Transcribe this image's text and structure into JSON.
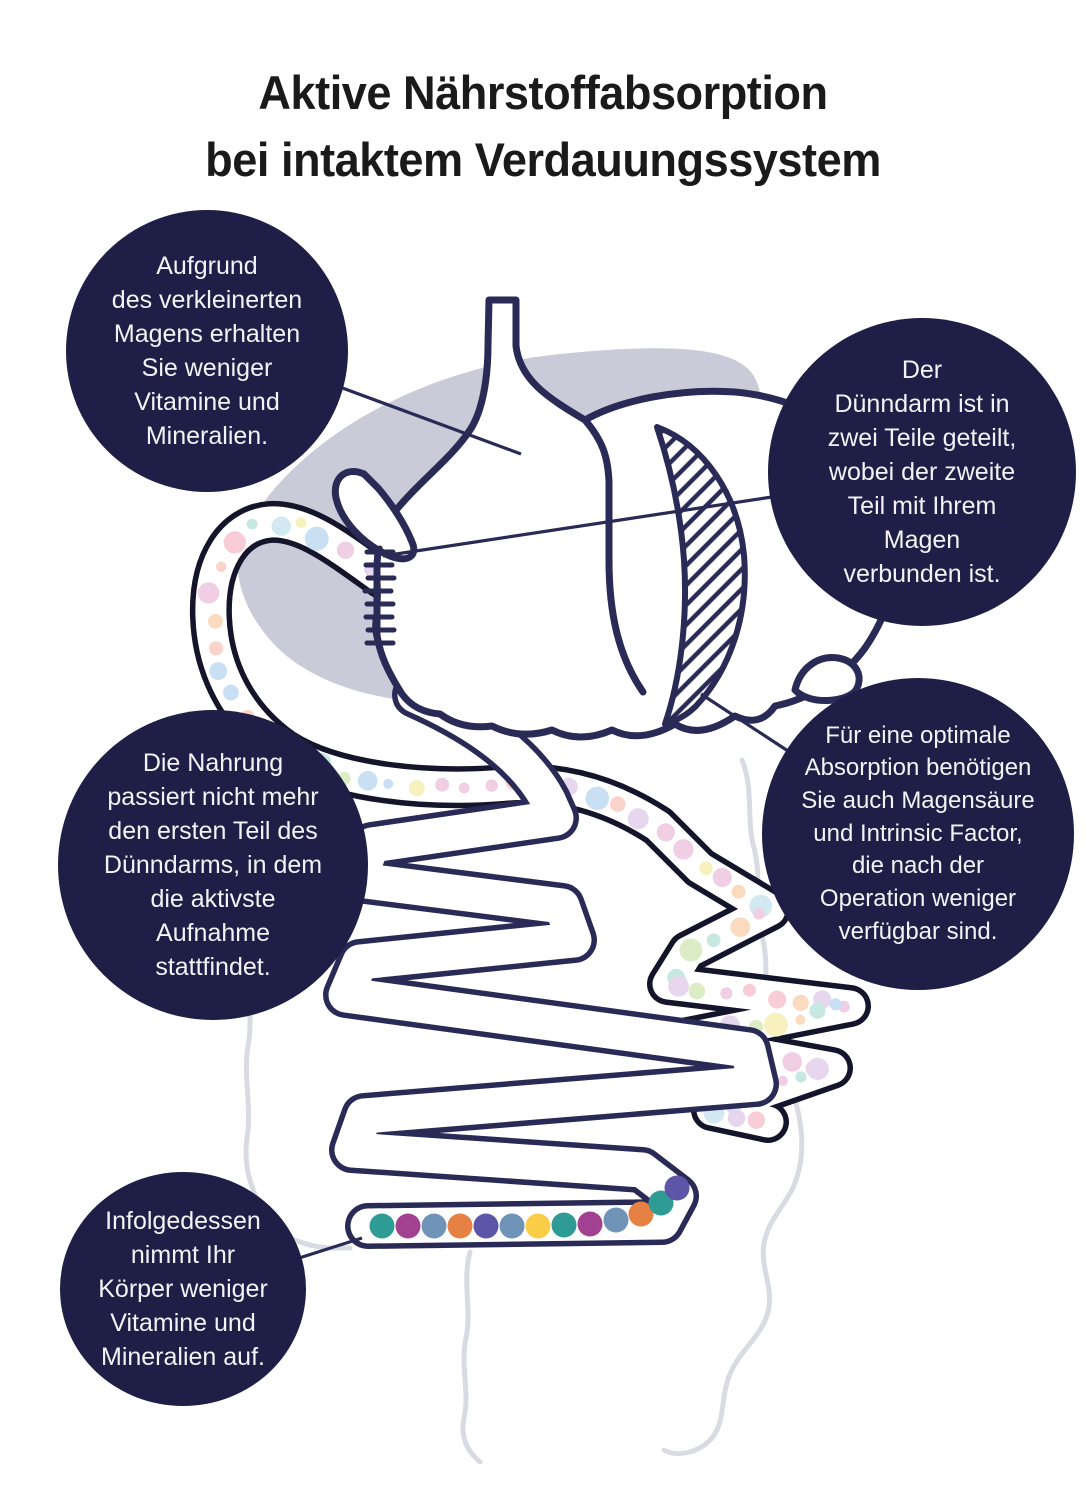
{
  "title": {
    "line1": "Aktive Nährstoffabsorption",
    "line2": "bei intaktem Verdauungssystem"
  },
  "bubbles": {
    "top_left": {
      "text": "Aufgrund\ndes verkleinerten\nMagens erhalten\nSie weniger\nVitamine und\nMineralien."
    },
    "top_right": {
      "text": "Der\nDünndarm ist in\nzwei Teile geteilt,\nwobei der zweite\nTeil mit Ihrem\nMagen\nverbunden ist."
    },
    "mid_left": {
      "text": "Die Nahrung\npassiert nicht mehr\nden ersten Teil des\nDünndarms, in dem\ndie aktivste\nAufnahme\nstattfindet."
    },
    "mid_right": {
      "text": "Für eine optimale\nAbsorption benötigen\nSie auch Magensäure\nund Intrinsic Factor,\ndie nach der\nOperation weniger\nverfügbar sind."
    },
    "bottom_left": {
      "text": "Infolgedessen\nnimmt Ihr\nKörper weniger\nVitamine und\nMineralien auf."
    }
  },
  "colors": {
    "bubble_navy": "#1e1e46",
    "outline_navy": "#2a2a57",
    "outline_black": "#14142a",
    "liver_gray": "#c9cbd8",
    "colon_gray": "#d9dbe2",
    "text_light": "#f3f3f6",
    "title_dark": "#1a1a1a",
    "nutrient_teal": "#2e9c94",
    "nutrient_magenta": "#a2418f",
    "nutrient_steelblue": "#6f94b8",
    "nutrient_orange": "#e58142",
    "nutrient_indigo": "#5d55a7",
    "nutrient_yellow": "#f9cd48"
  },
  "absorbed_nutrient_dot_sequence": [
    "nutrient_teal",
    "nutrient_magenta",
    "nutrient_steelblue",
    "nutrient_orange",
    "nutrient_indigo",
    "nutrient_steelblue",
    "nutrient_yellow",
    "nutrient_teal",
    "nutrient_magenta",
    "nutrient_steelblue",
    "nutrient_orange",
    "nutrient_teal",
    "nutrient_indigo"
  ],
  "pastel_dot_palette": [
    "#f8cdd8",
    "#fadbc0",
    "#c8dff4",
    "#f6f1bd",
    "#dcedc5",
    "#e6d7ef",
    "#c7e8e1",
    "#fad3cb",
    "#f0cfe4",
    "#d3e9f2"
  ]
}
